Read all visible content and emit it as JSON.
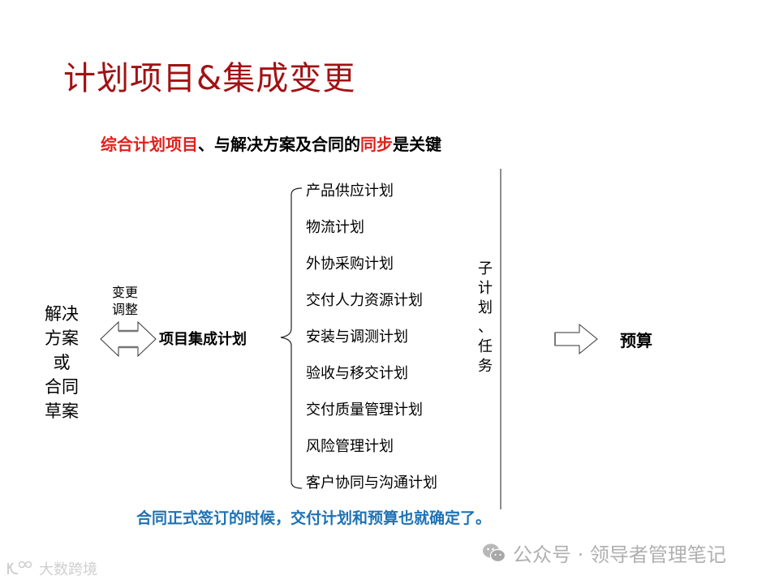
{
  "title": "计划项目&集成变更",
  "subtitle": {
    "parts": [
      {
        "text": "综合计划项目",
        "color": "red"
      },
      {
        "text": "、与解决方案及合同的",
        "color": "black"
      },
      {
        "text": "同步",
        "color": "red"
      },
      {
        "text": "是关键",
        "color": "black"
      }
    ]
  },
  "left_block": {
    "lines": [
      "解决",
      "方案",
      "或",
      "合同",
      "草案"
    ]
  },
  "change_label": {
    "lines": [
      "变更",
      "调整"
    ]
  },
  "center_node": {
    "label": "项目集成计划"
  },
  "sub_plans": {
    "items": [
      "产品供应计划",
      "物流计划",
      "外协采购计划",
      "交付人力资源计划",
      "安装与调测计划",
      "验收与移交计划",
      "交付质量管理计划",
      "风险管理计划",
      "客户协同与沟通计划"
    ]
  },
  "vertical_label": {
    "chars": [
      "子",
      "计",
      "划",
      "、",
      "任",
      "务"
    ]
  },
  "output_node": {
    "label": "预算"
  },
  "bottom_note": "合同正式签订的时候，交付计划和预算也就确定了。",
  "watermarks": {
    "right": {
      "icon": "wechat-icon",
      "text": "公众号 · 领导者管理笔记"
    },
    "left": {
      "icon": "logo-icon",
      "text": "大数跨境"
    }
  },
  "colors": {
    "title": "#a11214",
    "highlight_red": "#e0201c",
    "note_blue": "#1e72b4",
    "watermark_gray": "#b0b0b0"
  }
}
